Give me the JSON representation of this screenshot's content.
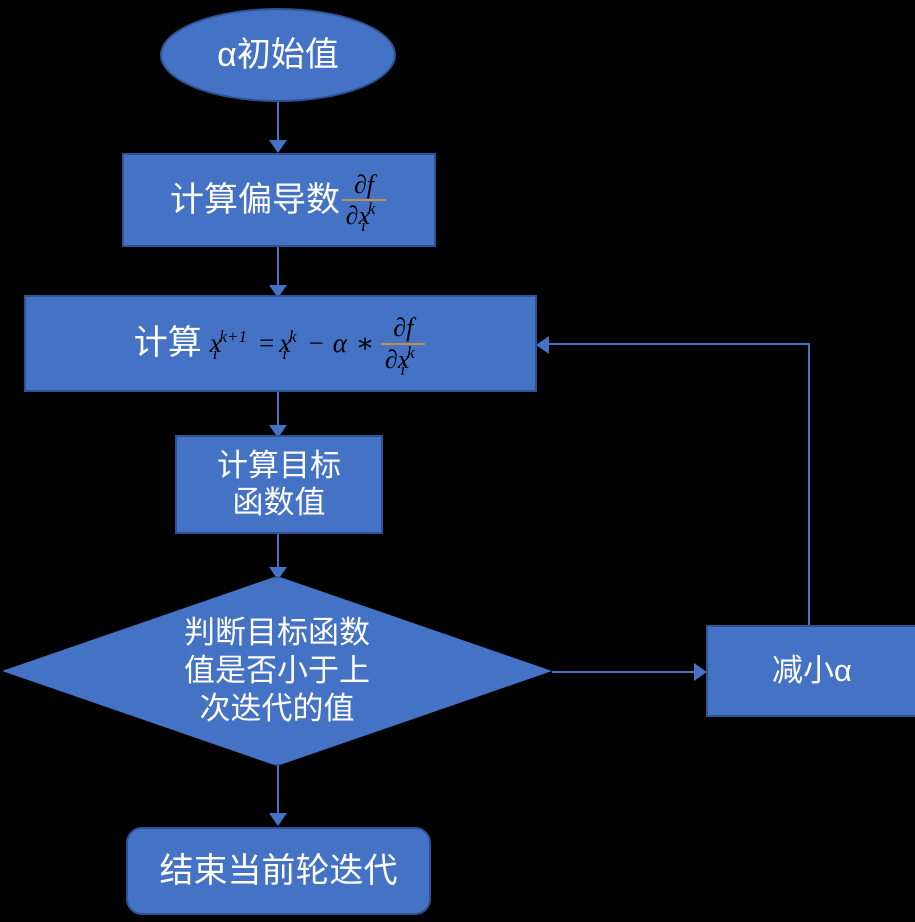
{
  "diagram": {
    "type": "flowchart",
    "title": "",
    "background_color": "#000000",
    "node_fill_color": "#4472C4",
    "node_border_color": "#2E5395",
    "node_text_color": "#FFFFFF",
    "math_text_color": "#000000",
    "fraction_bar_color": "#BF8F4E",
    "connector_color": "#4472C4"
  },
  "nodes": {
    "start": {
      "label": "α初始值",
      "shape": "ellipse"
    },
    "partial_derivative": {
      "label_prefix": "计算偏导数",
      "shape": "rectangle",
      "math": {
        "numerator": "∂f",
        "denominator_base": "∂x",
        "denominator_sub": "i",
        "denominator_sup": "k"
      }
    },
    "update_x": {
      "label_prefix": "计算",
      "shape": "rectangle",
      "math": {
        "lhs_base": "x",
        "lhs_sub": "i",
        "lhs_sup": "k+1",
        "eq": "=",
        "t1_base": "x",
        "t1_sub": "i",
        "t1_sup": "k",
        "minus": "−",
        "alpha": "α",
        "times": "∗",
        "numerator": "∂f",
        "denominator_base": "∂x",
        "denominator_sub": "i",
        "denominator_sup": "k"
      }
    },
    "objective_value": {
      "label": "计算目标\n函数值",
      "shape": "rectangle"
    },
    "decision": {
      "label": "判断目标函数\n值是否小于上\n次迭代的值",
      "shape": "diamond"
    },
    "decrease_alpha": {
      "label": "减小α",
      "shape": "rectangle"
    },
    "end": {
      "label": "结束当前轮迭代",
      "shape": "rounded-rectangle"
    }
  },
  "edges": [
    {
      "from": "start",
      "to": "partial_derivative",
      "label": "",
      "direction": "down"
    },
    {
      "from": "partial_derivative",
      "to": "update_x",
      "label": "",
      "direction": "down"
    },
    {
      "from": "update_x",
      "to": "objective_value",
      "label": "",
      "direction": "down"
    },
    {
      "from": "objective_value",
      "to": "decision",
      "label": "",
      "direction": "down"
    },
    {
      "from": "decision",
      "to": "decrease_alpha",
      "label": "",
      "direction": "right"
    },
    {
      "from": "decrease_alpha",
      "to": "update_x",
      "label": "",
      "direction": "up-then-left"
    },
    {
      "from": "decision",
      "to": "end",
      "label": "",
      "direction": "down"
    }
  ]
}
